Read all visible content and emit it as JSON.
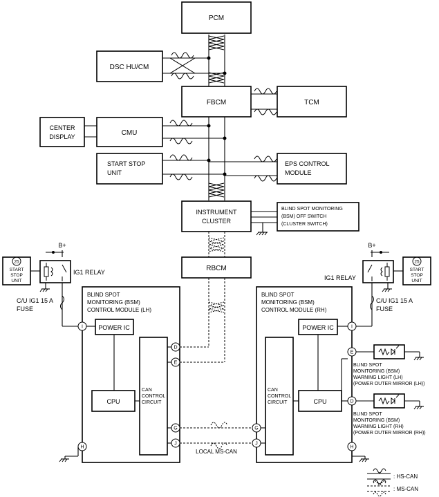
{
  "modules": {
    "pcm": "PCM",
    "dsc": "DSC HU/CM",
    "fbcm": "FBCM",
    "tcm": "TCM",
    "center_display": [
      "CENTER",
      "DISPLAY"
    ],
    "cmu": "CMU",
    "start_stop": [
      "START STOP",
      "UNIT"
    ],
    "eps": [
      "EPS CONTROL",
      "MODULE"
    ],
    "instrument_cluster": [
      "INSTRUMENT",
      "CLUSTER"
    ],
    "bsm_switch": [
      "BLIND SPOT MONITORING",
      "(BSM) OFF SWITCH",
      "(CLUSTER SWITCH)"
    ],
    "rbcm": "RBCM"
  },
  "left_side": {
    "bplus": "B+",
    "fuse_num": "25",
    "start_stop_unit": [
      "START",
      "STOP",
      "UNIT"
    ],
    "relay": "IG1 RELAY",
    "fuse": [
      "C/U IG1 15 A",
      "FUSE"
    ],
    "module_title": [
      "BLIND SPOT",
      "MONITORING (BSM)",
      "CONTROL MODULE (LH)"
    ],
    "power_ic": "POWER IC",
    "cpu": "CPU",
    "can_circuit": [
      "CAN",
      "CONTROL",
      "CIRCUIT"
    ],
    "pins": [
      "I",
      "D",
      "E",
      "G",
      "J",
      "H"
    ]
  },
  "right_side": {
    "bplus": "B+",
    "fuse_num": "25",
    "start_stop_unit": [
      "START",
      "STOP",
      "UNIT"
    ],
    "relay": "IG1 RELAY",
    "fuse": [
      "C/U IG1 15 A",
      "FUSE"
    ],
    "module_title": [
      "BLIND SPOT",
      "MONITORING (BSM)",
      "CONTROL MODULE (RH)"
    ],
    "power_ic": "POWER IC",
    "cpu": "CPU",
    "can_circuit": [
      "CAN",
      "CONTROL",
      "CIRCUIT"
    ],
    "pins": [
      "G",
      "J",
      "I",
      "E",
      "D",
      "H"
    ],
    "warning_lh": [
      "BLIND SPOT",
      "MONITORING (BSM)",
      "WARNING LIGHT (LH)",
      "(POWER OUTER MIRROR (LH))"
    ],
    "warning_rh": [
      "BLIND SPOT",
      "MONITORING (BSM)",
      "WARNING LIGHT (RH)",
      "(POWER OUTER MIRROR (RH))"
    ]
  },
  "local_can": "LOCAL MS-CAN",
  "legend": {
    "hs": ": HS-CAN",
    "ms": ": MS-CAN"
  }
}
